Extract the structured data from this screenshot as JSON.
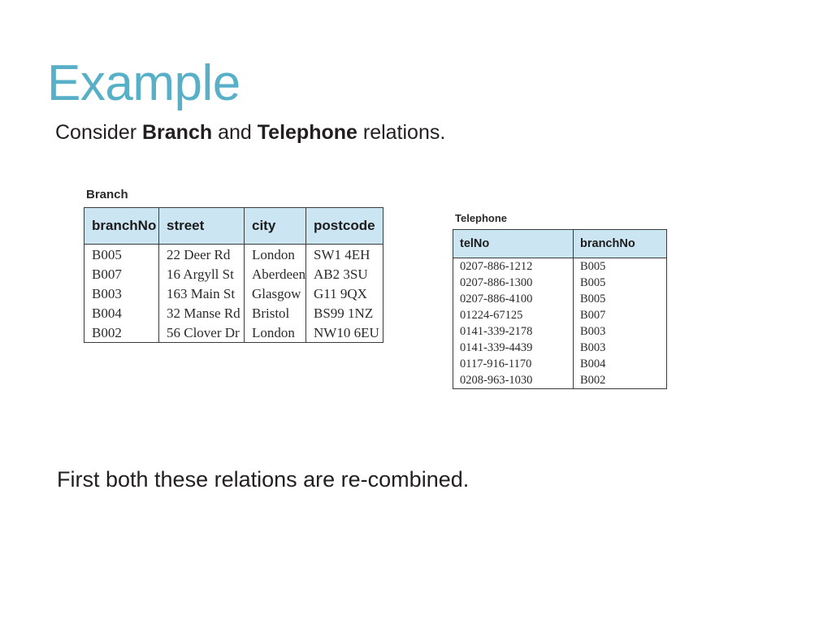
{
  "slide": {
    "title": "Example",
    "subtitle": {
      "lead": "Consider ",
      "relation_one": "Branch",
      "conjunction": " and ",
      "relation_two": "Telephone",
      "tail": " relations."
    },
    "footnote": "First both these relations are re-combined.",
    "title_color": "#58b0c8",
    "header_fill": "#cce5f2",
    "border_color": "#3b3b3b"
  },
  "branch": {
    "caption": "Branch",
    "columns": [
      "branchNo",
      "street",
      "city",
      "postcode"
    ],
    "rows": [
      [
        "B005",
        "22 Deer Rd",
        "London",
        "SW1 4EH"
      ],
      [
        "B007",
        "16 Argyll St",
        "Aberdeen",
        "AB2 3SU"
      ],
      [
        "B003",
        "163 Main St",
        "Glasgow",
        "G11 9QX"
      ],
      [
        "B004",
        "32 Manse Rd",
        "Bristol",
        "BS99 1NZ"
      ],
      [
        "B002",
        "56 Clover Dr",
        "London",
        "NW10 6EU"
      ]
    ]
  },
  "telephone": {
    "caption": "Telephone",
    "columns": [
      "telNo",
      "branchNo"
    ],
    "rows": [
      [
        "0207-886-1212",
        "B005"
      ],
      [
        "0207-886-1300",
        "B005"
      ],
      [
        "0207-886-4100",
        "B005"
      ],
      [
        "01224-67125",
        "B007"
      ],
      [
        "0141-339-2178",
        "B003"
      ],
      [
        "0141-339-4439",
        "B003"
      ],
      [
        "0117-916-1170",
        "B004"
      ],
      [
        "0208-963-1030",
        "B002"
      ]
    ]
  }
}
